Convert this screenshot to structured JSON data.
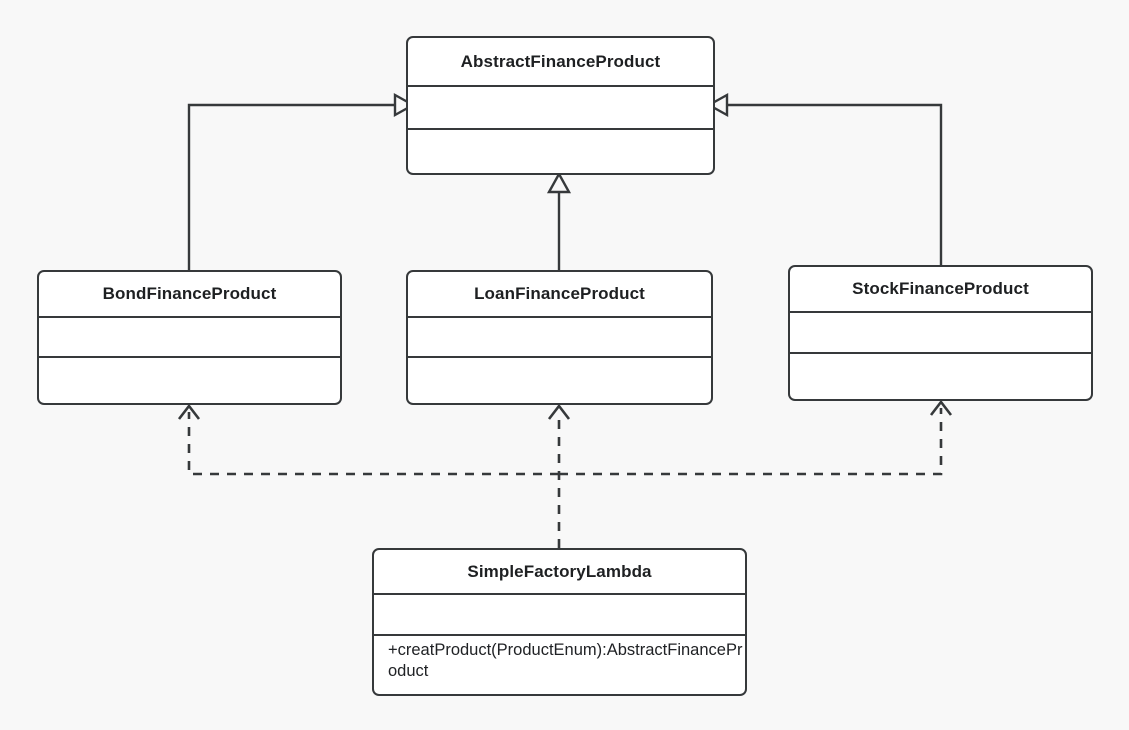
{
  "diagram": {
    "kind": "uml-class-diagram",
    "background_color": "#f8f8f8",
    "stroke_color": "#36393b",
    "fill_color": "#ffffff",
    "classes": [
      {
        "id": "abstract",
        "name": "AbstractFinanceProduct",
        "attributes": "",
        "operations": ""
      },
      {
        "id": "bond",
        "name": "BondFinanceProduct",
        "attributes": "",
        "operations": ""
      },
      {
        "id": "loan",
        "name": "LoanFinanceProduct",
        "attributes": "",
        "operations": ""
      },
      {
        "id": "stock",
        "name": "StockFinanceProduct",
        "attributes": "",
        "operations": ""
      },
      {
        "id": "factory",
        "name": "SimpleFactoryLambda",
        "attributes": "",
        "operations": "+creatProduct(ProductEnum):AbstractFinanceProduct"
      }
    ],
    "relationships": [
      {
        "type": "generalization",
        "from": "BondFinanceProduct",
        "to": "AbstractFinanceProduct",
        "arrow": "hollow-triangle",
        "line": "solid"
      },
      {
        "type": "generalization",
        "from": "LoanFinanceProduct",
        "to": "AbstractFinanceProduct",
        "arrow": "hollow-triangle",
        "line": "solid"
      },
      {
        "type": "generalization",
        "from": "StockFinanceProduct",
        "to": "AbstractFinanceProduct",
        "arrow": "hollow-triangle",
        "line": "solid"
      },
      {
        "type": "dependency",
        "from": "SimpleFactoryLambda",
        "to": "BondFinanceProduct",
        "arrow": "open-arrow",
        "line": "dashed"
      },
      {
        "type": "dependency",
        "from": "SimpleFactoryLambda",
        "to": "LoanFinanceProduct",
        "arrow": "open-arrow",
        "line": "dashed"
      },
      {
        "type": "dependency",
        "from": "SimpleFactoryLambda",
        "to": "StockFinanceProduct",
        "arrow": "open-arrow",
        "line": "dashed"
      }
    ]
  }
}
